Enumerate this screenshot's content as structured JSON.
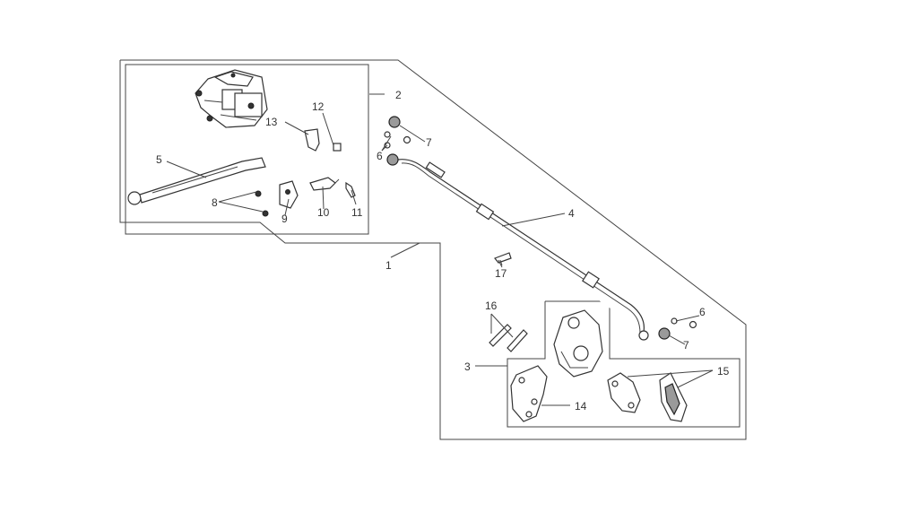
{
  "diagram": {
    "callouts": [
      {
        "id": "c1",
        "label": "1"
      },
      {
        "id": "c2",
        "label": "2"
      },
      {
        "id": "c3",
        "label": "3"
      },
      {
        "id": "c4",
        "label": "4"
      },
      {
        "id": "c5",
        "label": "5"
      },
      {
        "id": "c6a",
        "label": "6"
      },
      {
        "id": "c6b",
        "label": "6"
      },
      {
        "id": "c7a",
        "label": "7"
      },
      {
        "id": "c7b",
        "label": "7"
      },
      {
        "id": "c8",
        "label": "8"
      },
      {
        "id": "c9",
        "label": "9"
      },
      {
        "id": "c10",
        "label": "10"
      },
      {
        "id": "c11",
        "label": "11"
      },
      {
        "id": "c12",
        "label": "12"
      },
      {
        "id": "c13",
        "label": "13"
      },
      {
        "id": "c14",
        "label": "14"
      },
      {
        "id": "c15",
        "label": "15"
      },
      {
        "id": "c16",
        "label": "16"
      },
      {
        "id": "c17",
        "label": "17"
      }
    ]
  }
}
